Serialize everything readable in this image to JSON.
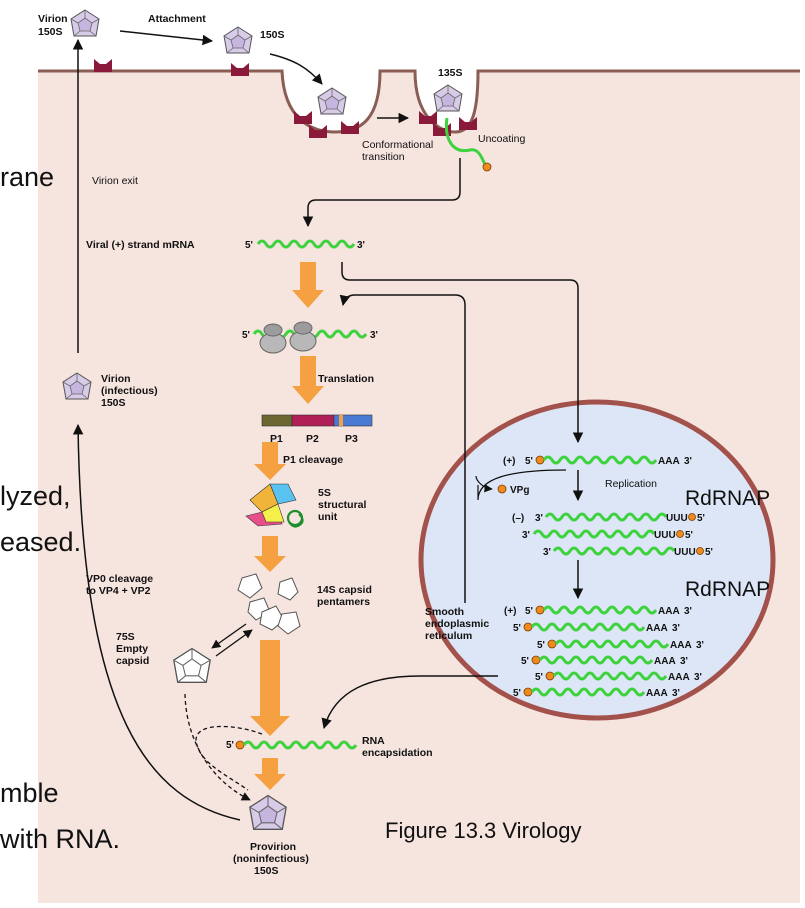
{
  "labels": {
    "virion_150s": [
      "Virion",
      "150S"
    ],
    "attachment": "Attachment",
    "s150": "150S",
    "s135": "135S",
    "conformational": [
      "Conformational",
      "transition"
    ],
    "uncoating": "Uncoating",
    "virion_exit": "Virion exit",
    "viral_mrna": "Viral (+) strand mRNA",
    "five_prime": "5'",
    "three_prime": "3'",
    "translation": "Translation",
    "virion_infectious": [
      "Virion",
      "(infectious)",
      "150S"
    ],
    "p1": "P1",
    "p2": "P2",
    "p3": "P3",
    "p1_cleavage": "P1 cleavage",
    "structural_unit": [
      "5S",
      "structural",
      "unit"
    ],
    "vp0_cleavage": [
      "VP0 cleavage",
      "to VP4 + VP2"
    ],
    "capsid_pentamers": [
      "14S capsid",
      "pentamers"
    ],
    "empty_capsid": [
      "75S",
      "Empty",
      "capsid"
    ],
    "rna_encapsidation": [
      "RNA",
      "encapsidation"
    ],
    "provirion": [
      "Provirion",
      "(noninfectious)",
      "150S"
    ],
    "vpg": "VPg",
    "replication": "Replication",
    "smooth_er": [
      "Smooth",
      "endoplasmic",
      "reticulum"
    ],
    "plus_strand": "(+)",
    "minus_strand": "(–)",
    "aaa": "AAA",
    "uuu": "UUU"
  },
  "slide_text": {
    "rane": "rane",
    "lyzed": "lyzed,",
    "eased": "eased.",
    "mble": "mble",
    "with_rna": "with RNA."
  },
  "rdrnap_1": "RdRNAP",
  "rdrnap_2": "RdRNAP",
  "caption": "Figure 13.3 Virology",
  "colors": {
    "cell": "#f6e4df",
    "membrane": "#8a5e55",
    "er_fill": "#dce6f6",
    "er_border": "#a2524b",
    "rna": "#3fd23f",
    "arrow": "#f5a142",
    "capsid": "#d7cbe8",
    "receptor": "#8b1a3a",
    "vpg": "#ef8a1d",
    "p1": "#6c6633",
    "p2": "#b01f56",
    "p3": "#4a7bd4"
  }
}
